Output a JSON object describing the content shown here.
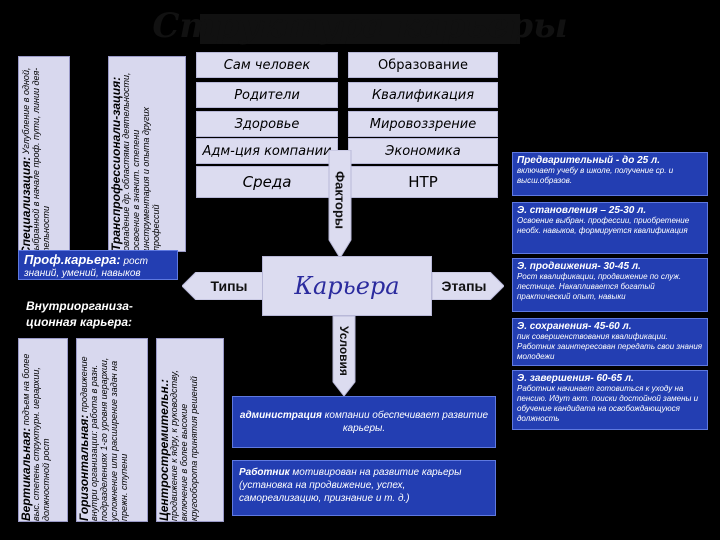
{
  "title": "Структура карьеры",
  "factors": {
    "left": [
      "Сам человек",
      "Родители",
      "Здоровье",
      "Адм-ция компании",
      "Среда"
    ],
    "right": [
      "Образование",
      "Квалификация",
      "Мировоззрение",
      "Экономика",
      "НТР"
    ],
    "label": "Факторы"
  },
  "center_label": "Карьера",
  "types_label": "Типы",
  "stages_label": "Этапы",
  "conditions_label": "Условия",
  "specialization": {
    "title": "Специализация:",
    "text": "Углубление в одной, выбранной в начале проф. пути, линии дея-тельности"
  },
  "transprof": {
    "title": "Транспрофессионали-зация:",
    "text": "овладение др. областями деятельности, освоение в значит. степени инструментария и опыта других профессий"
  },
  "prof_career": {
    "title": "Проф.карьера:",
    "text": "рост знаний, умений, навыков"
  },
  "intra_career": {
    "title": "Внутриорганиза-ционная карьера:"
  },
  "vertical": {
    "title": "Вертикальная:",
    "text": "подъем на более выс. степень структурн. иерархии, должностной рост"
  },
  "horizontal": {
    "title": "Горизонтальная:",
    "text": "продвижение внутри организации: работа в разн. подразделениях 1-го уровня иерархии, усложнение или расширение задач на прежн. ступени"
  },
  "centripetal": {
    "title": "Центростремительн.:",
    "text": "продвижение к ядру, к руководству, включение в более высокие кругооборота принятия решений"
  },
  "stages": [
    {
      "title": "Предварительный - до 25 л.",
      "text": "включает учебу в школе, получение ср. и высш.образов."
    },
    {
      "title": "Э. становления – 25-30 л.",
      "text": "Освоение выбран. профессии, приобретение необх. навыков, формируется квалификация"
    },
    {
      "title": "Э. продвижения- 30-45 л.",
      "text": "Рост квалификации, продвижение по служ. лестнице. Накапливается богатый практический опыт, навыки"
    },
    {
      "title": "Э. сохранения- 45-60 л.",
      "text": "пик совершенствования квалификации. Работник заинтересован передать свои знания молодежи"
    },
    {
      "title": "Э. завершения- 60-65 л.",
      "text": "Работник начинает готовиться к уходу на пенсию. Идут акт. поиски достойной замены и обучение кандидата на освобождающуюся должность"
    }
  ],
  "admin_text": {
    "bold": "администрация",
    "rest": " компании обеспечивает развитие карьеры."
  },
  "worker_text": {
    "bold": "Работник",
    "rest": " мотивирован на развитие карьеры (установка на продвижение, успех, самореализацию, признание и т. д.)"
  }
}
